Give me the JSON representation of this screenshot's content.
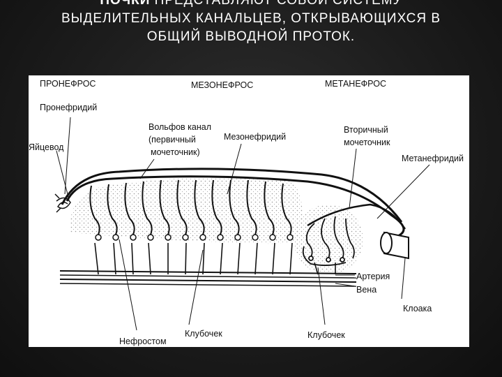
{
  "title": {
    "bold": "ПОЧКИ",
    "rest": "ПРЕДСТАВЛЯЮТ СОБОЙ СИСТЕМУ ВЫДЕЛИТЕЛЬНЫХ КАНАЛЬЦЕВ, ОТКРЫВАЮЩИХСЯ В ОБЩИЙ ВЫВОДНОЙ ПРОТОК."
  },
  "figure": {
    "section_labels": {
      "pronephros": "ПРОНЕФРОС",
      "mesonephros": "МЕЗОНЕФРОС",
      "metanephros": "МЕТАНЕФРОС"
    },
    "labels": {
      "pronephridium": "Пронефридий",
      "oviduct": "Яйцевод",
      "wolffian_duct_1": "Вольфов канал",
      "wolffian_duct_2": "(первичный",
      "wolffian_duct_3": "мочеточник)",
      "mesonephridium": "Мезонефридий",
      "secondary_ureter_1": "Вторичный",
      "secondary_ureter_2": "мочеточник",
      "metanephridium": "Метанефридий",
      "artery": "Артерия",
      "vein": "Вена",
      "cloaca": "Клоака",
      "glomerulus_1": "Клубочек",
      "glomerulus_2": "Клубочек",
      "nephrostome": "Нефростом"
    },
    "colors": {
      "ink": "#111111",
      "stipple": "#d6d6d6"
    }
  }
}
